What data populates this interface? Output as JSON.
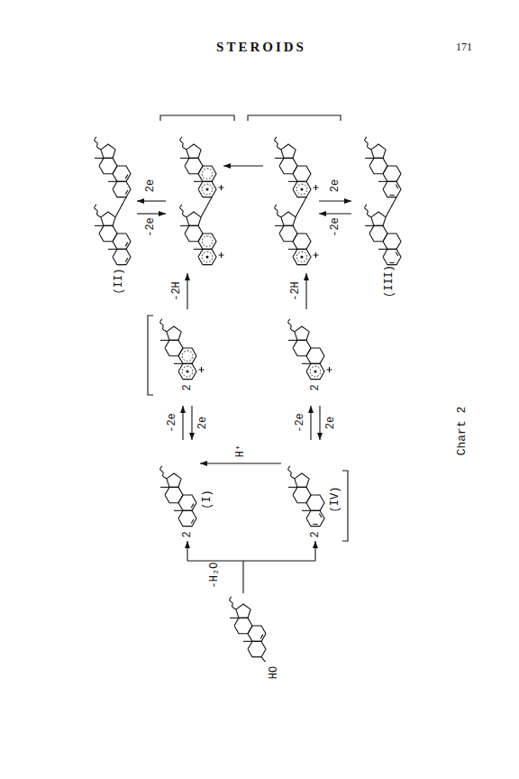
{
  "diagram": {
    "caption": "Chart 2",
    "labels": [
      "STEROIDS",
      "171",
      "HO",
      "-H₂O",
      "2",
      "(I)",
      "2",
      "(IV)",
      "H⁺",
      "-2e",
      "2e",
      "-2e",
      "2e",
      "2",
      "2",
      "-2H",
      "-2H",
      "(II)",
      "-2e",
      "2e",
      "(III)",
      "-2e",
      "2e"
    ]
  }
}
